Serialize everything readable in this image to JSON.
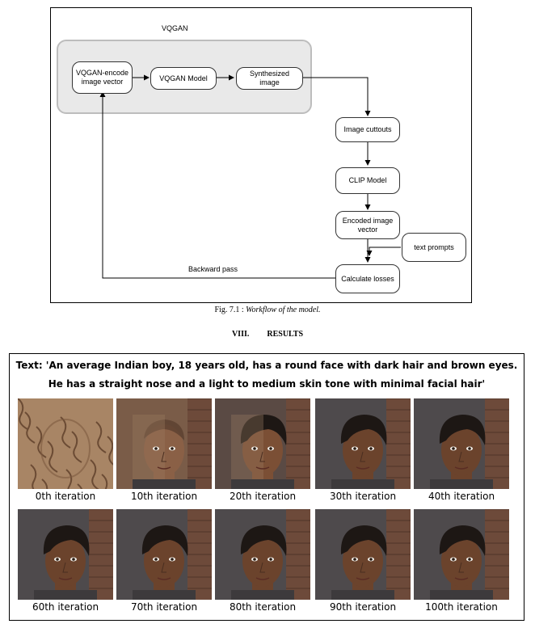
{
  "figure": {
    "group_label": "VQGAN",
    "nodes": {
      "encode": "VQGAN-encode image vector",
      "model": "VQGAN Model",
      "synth": "Synthesized image",
      "cutouts": "Image cuttouts",
      "clip": "CLIP Model",
      "encoded": "Encoded image vector",
      "prompts": "text prompts",
      "losses": "Calculate losses"
    },
    "backward_label": "Backward pass",
    "caption_prefix": "Fig. 7.1 : ",
    "caption_title": "Workflow of the model."
  },
  "section": {
    "number": "VIII.",
    "title": "RESULTS"
  },
  "results": {
    "prompt_line1": "Text: 'An average Indian boy, 18 years old, has a round face with dark hair and brown eyes.",
    "prompt_line2": "He has a straight nose and a light to medium skin tone with minimal facial hair'",
    "iterations": [
      "0th iteration",
      "10th iteration",
      "20th iteration",
      "30th iteration",
      "40th iteration",
      "60th iteration",
      "70th iteration",
      "80th iteration",
      "90th iteration",
      "100th iteration"
    ]
  }
}
